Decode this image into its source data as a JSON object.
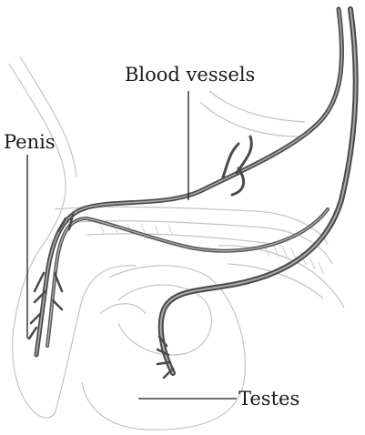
{
  "labels": {
    "blood_vessels": "Blood vessels",
    "penis": "Penis",
    "testes": "Testes"
  },
  "colors": {
    "vessel_dark": "#4a4a4a",
    "vessel_light": "#9a9a9a",
    "tissue_outline": "#b8b8b8",
    "label_line": "#1a1a1a"
  }
}
